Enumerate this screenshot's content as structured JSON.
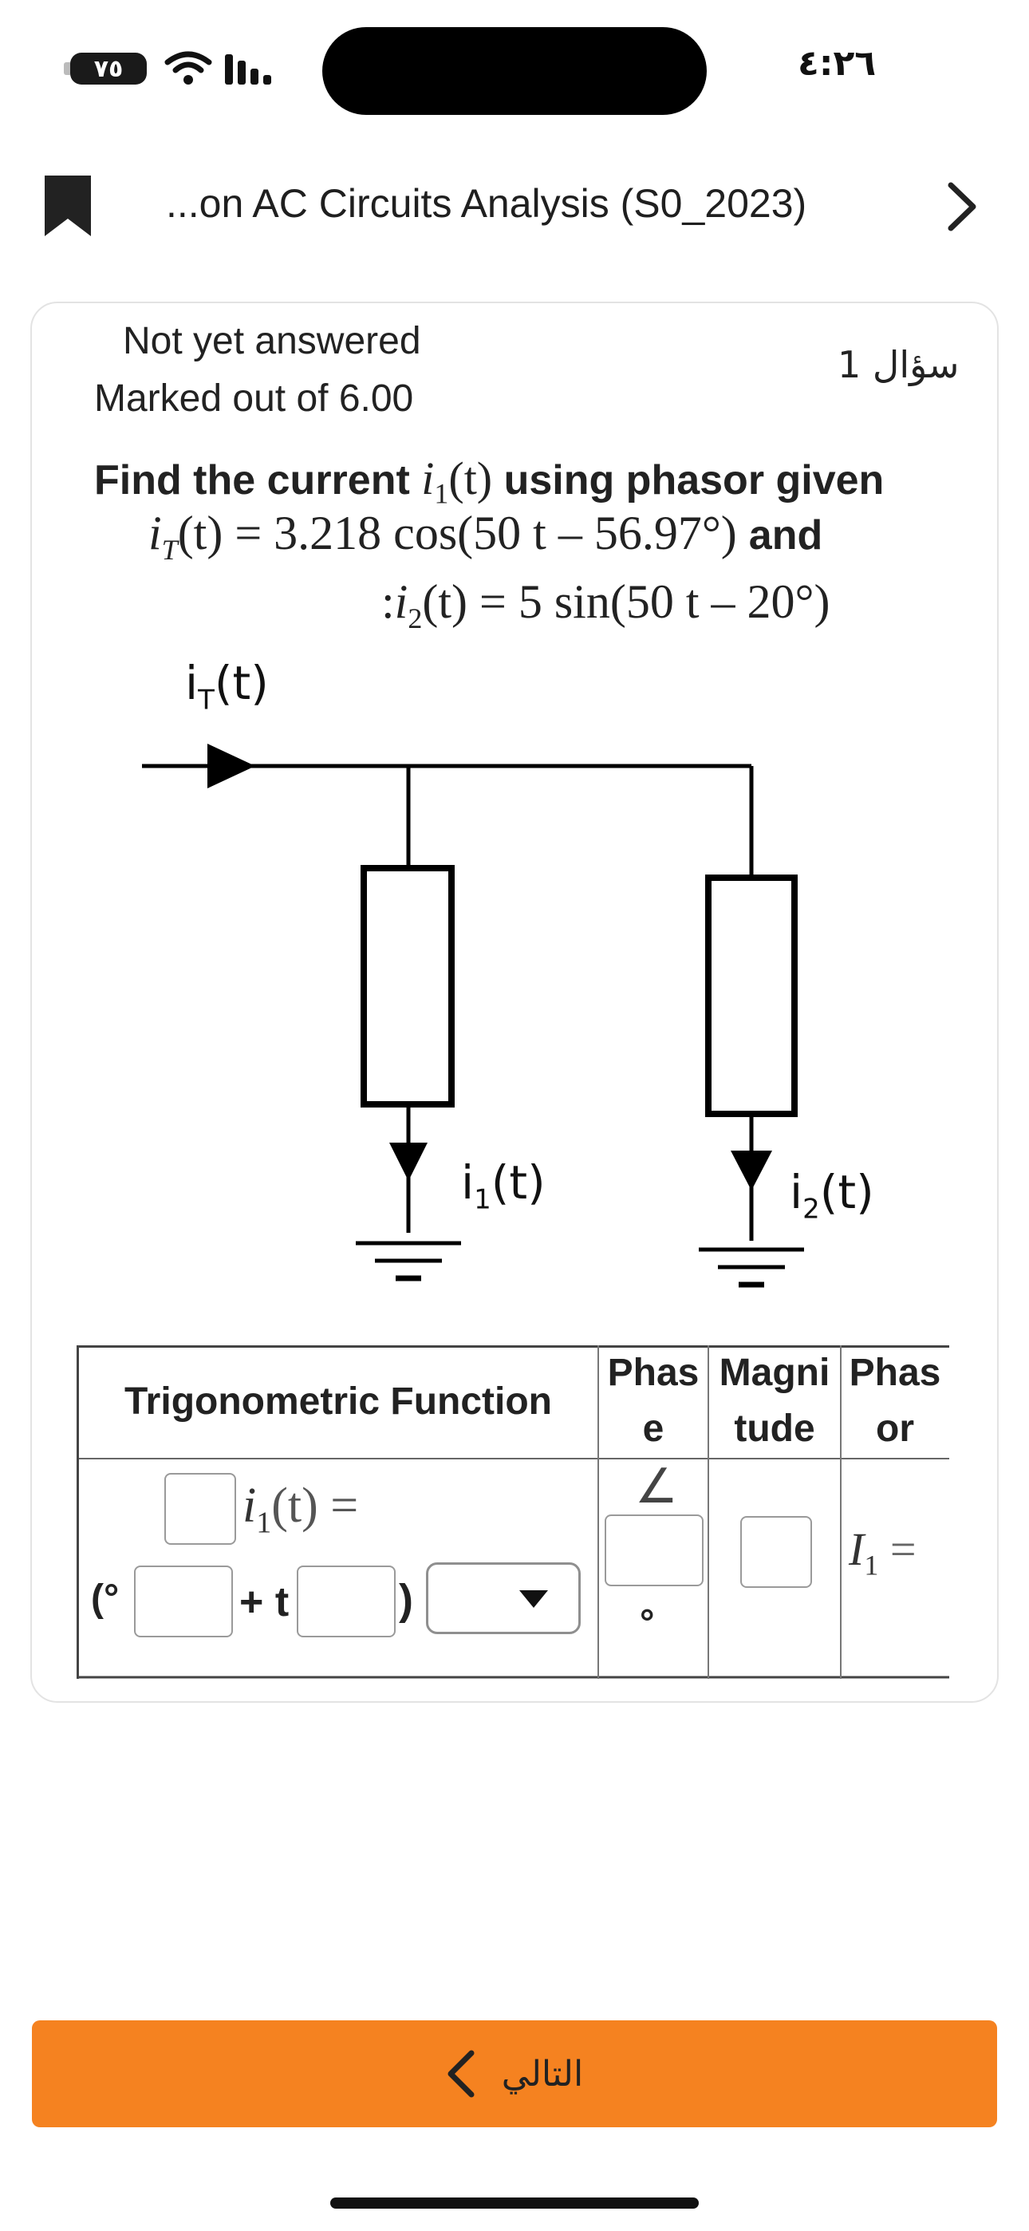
{
  "status_bar": {
    "battery": "٧٥",
    "time": "٤:٢٦"
  },
  "header": {
    "title": "...on AC Circuits Analysis (S0_2023)"
  },
  "question": {
    "state": "Not yet answered",
    "marks": "Marked out of 6.00",
    "number": "سؤال 1",
    "text_part1": "Find the current",
    "text_part2": "using  phasor given",
    "text_and": "and",
    "i1_sym": "i",
    "sub_1": "1",
    "iT_sym": "i",
    "sub_T": "T",
    "t_arg": "(t)",
    "iT_expr": "= 3.218 cos(50 t – 56.97°)",
    "colon": ":",
    "i2_sym": "i",
    "sub_2": "2",
    "i2_expr": "= 5 sin(50 t – 20°)"
  },
  "circuit": {
    "label_iT": "i",
    "label_iT_sub": "T",
    "label_i1": "i",
    "label_i1_sub": "1",
    "label_i2": "i",
    "label_i2_sub": "2",
    "label_t": "(t)"
  },
  "table": {
    "headers": {
      "trig": "Trigonometric Function",
      "phase_1": "Phas",
      "phase_2": "e",
      "magnitude_1": "Magni",
      "magnitude_2": "tude",
      "phasor_1": "Phas",
      "phasor_2": "or"
    },
    "trig_lhs": "i",
    "trig_lhs_sub": "1",
    "trig_lhs_rest": "(t) =",
    "paren_open": "(°",
    "plus_t": "+ t",
    "paren_close": ")",
    "angle_symbol": "∠",
    "degree_symbol": "°",
    "phasor_lhs": "I",
    "phasor_lhs_sub": "1",
    "phasor_eq": "="
  },
  "navigation": {
    "next": "التالي"
  }
}
